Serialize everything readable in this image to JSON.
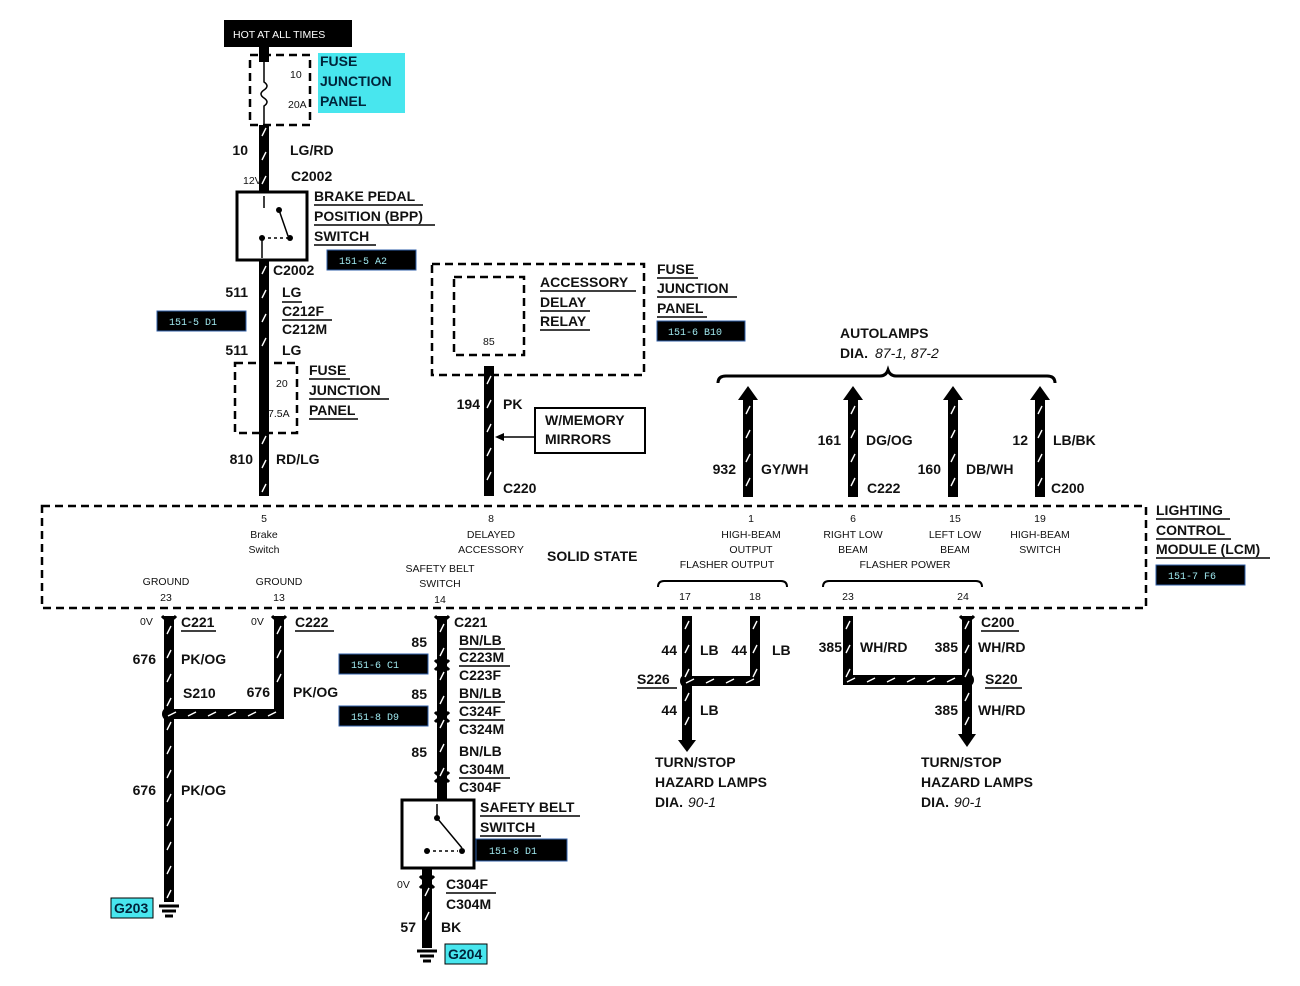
{
  "hot_label": "HOT AT ALL TIMES",
  "colors": {
    "highlight": "#48e6ee",
    "ref_box": "#000000",
    "ref_text": "#9fe8ef",
    "wire": "#000000"
  },
  "fuse1": {
    "title": [
      "FUSE",
      "JUNCTION",
      "PANEL"
    ],
    "num": "10",
    "amp": "20A"
  },
  "w10": {
    "circuit": "10",
    "color": "LG/RD"
  },
  "bpp": {
    "volt": "12V",
    "conn": "C2002",
    "title": [
      "BRAKE PEDAL",
      "POSITION (BPP)",
      "SWITCH"
    ],
    "ref": "151-5 A2"
  },
  "w511": {
    "conn_top": "C2002",
    "circuit": "511",
    "color": "LG",
    "conn_a": "C212F",
    "conn_b": "C212M",
    "ref": "151-5 D1",
    "circuit2": "511",
    "color2": "LG"
  },
  "fuse2": {
    "title": [
      "FUSE",
      "JUNCTION",
      "PANEL"
    ],
    "num": "20",
    "amp": "7.5A"
  },
  "w810": {
    "circuit": "810",
    "color": "RD/LG"
  },
  "relay": {
    "title": [
      "ACCESSORY",
      "DELAY",
      "RELAY"
    ],
    "pin": "85",
    "panel": [
      "FUSE",
      "JUNCTION",
      "PANEL"
    ],
    "ref": "151-6 B10"
  },
  "w194": {
    "circuit": "194",
    "color": "PK",
    "conn": "C220"
  },
  "memory": {
    "label": [
      "W/MEMORY",
      "MIRRORS"
    ]
  },
  "autolamps": {
    "title": "AUTOLAMPS",
    "dia_label": "DIA.",
    "dia": "87-1, 87-2"
  },
  "auto_wires": [
    {
      "circuit": "932",
      "color": "GY/WH"
    },
    {
      "circuit": "161",
      "color": "DG/OG"
    },
    {
      "circuit": "160",
      "color": "DB/WH"
    },
    {
      "circuit": "12",
      "color": "LB/BK"
    }
  ],
  "auto_conns": {
    "a": "C222",
    "b": "C200"
  },
  "lcm": {
    "title": [
      "LIGHTING",
      "CONTROL",
      "MODULE (LCM)"
    ],
    "ref": "151-7 F6",
    "solid": "SOLID STATE",
    "pins_top": [
      {
        "pin": "5",
        "lines": [
          "Brake",
          "Switch"
        ]
      },
      {
        "pin": "8",
        "lines": [
          "DELAYED",
          "ACCESSORY"
        ]
      },
      {
        "pin": "1",
        "lines": [
          "HIGH-BEAM",
          "OUTPUT"
        ]
      },
      {
        "pin": "6",
        "lines": [
          "RIGHT  LOW",
          "BEAM"
        ]
      },
      {
        "pin": "15",
        "lines": [
          "LEFT LOW",
          "BEAM"
        ]
      },
      {
        "pin": "19",
        "lines": [
          "HIGH-BEAM",
          "SWITCH"
        ]
      }
    ],
    "flasher_output": "FLASHER OUTPUT",
    "flasher_power": "FLASHER POWER",
    "pins_bottom": [
      {
        "pin": "23",
        "label": "GROUND"
      },
      {
        "pin": "13",
        "label": "GROUND"
      },
      {
        "pin": "14",
        "lines": [
          "SAFETY BELT",
          "SWITCH"
        ]
      },
      {
        "pin": "17"
      },
      {
        "pin": "18"
      },
      {
        "pin": "23"
      },
      {
        "pin": "24"
      }
    ]
  },
  "gnd_left": {
    "volt": "0V",
    "conn": "C221",
    "circuit": "676",
    "color": "PK/OG",
    "splice": "S210",
    "ground": "G203"
  },
  "gnd_mid": {
    "volt": "0V",
    "conn": "C222",
    "circuit": "676",
    "color": "PK/OG"
  },
  "belt": {
    "conn_top": "C221",
    "segments": [
      {
        "circuit": "85",
        "color": "BN/LB",
        "conn_a": "C223M",
        "conn_b": "C223F",
        "ref": "151-6 C1"
      },
      {
        "circuit": "85",
        "color": "BN/LB",
        "conn_a": "C324F",
        "conn_b": "C324M",
        "ref": "151-8 D9"
      },
      {
        "circuit": "85",
        "color": "BN/LB",
        "conn_a": "C304M",
        "conn_b": "C304F"
      }
    ],
    "switch_title": [
      "SAFETY BELT",
      "SWITCH"
    ],
    "switch_ref": "151-8 D1",
    "volt": "0V",
    "conn_c": "C304F",
    "conn_d": "C304M",
    "circuit": "57",
    "color": "BK",
    "ground": "G204"
  },
  "left_turn": {
    "circuit_a": "44",
    "color_a": "LB",
    "circuit_b": "44",
    "color_b": "LB",
    "splice": "S226",
    "circuit_c": "44",
    "color_c": "LB",
    "dest": [
      "TURN/STOP",
      "HAZARD LAMPS"
    ],
    "dia_label": "DIA.",
    "dia": "90-1"
  },
  "right_turn": {
    "circuit_a": "385",
    "color_a": "WH/RD",
    "circuit_b": "385",
    "color_b": "WH/RD",
    "conn": "C200",
    "splice": "S220",
    "circuit_c": "385",
    "color_c": "WH/RD",
    "dest": [
      "TURN/STOP",
      "HAZARD LAMPS"
    ],
    "dia_label": "DIA.",
    "dia": "90-1"
  }
}
